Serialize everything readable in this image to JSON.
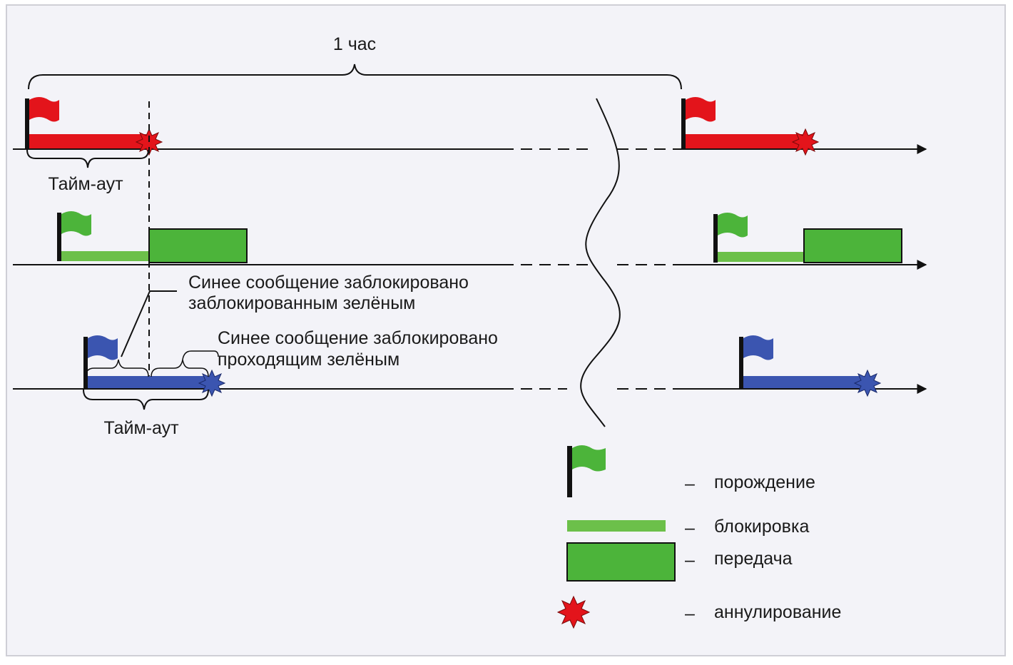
{
  "diagram": {
    "hour_label": "1 час",
    "timeout_label_top": "Тайм-аут",
    "timeout_label_bottom": "Тайм-аут",
    "annotation_1_line1": "Синее сообщение заблокировано",
    "annotation_1_line2": "заблокированным зелёным",
    "annotation_2_line1": "Синее сообщение заблокировано",
    "annotation_2_line2": "проходящим зелёным"
  },
  "legend": {
    "items": [
      {
        "key": "spawn",
        "dash": "–",
        "label": "порождение"
      },
      {
        "key": "block",
        "dash": "–",
        "label": "блокировка"
      },
      {
        "key": "transmit",
        "dash": "–",
        "label": "передача"
      },
      {
        "key": "cancel",
        "dash": "–",
        "label": "аннулирование"
      }
    ]
  },
  "colors": {
    "red": "#e3141b",
    "green": "#4cb43a",
    "green_block": "#6cc04a",
    "blue": "#3b55b0",
    "background": "#f3f3f8",
    "line": "#111111"
  }
}
